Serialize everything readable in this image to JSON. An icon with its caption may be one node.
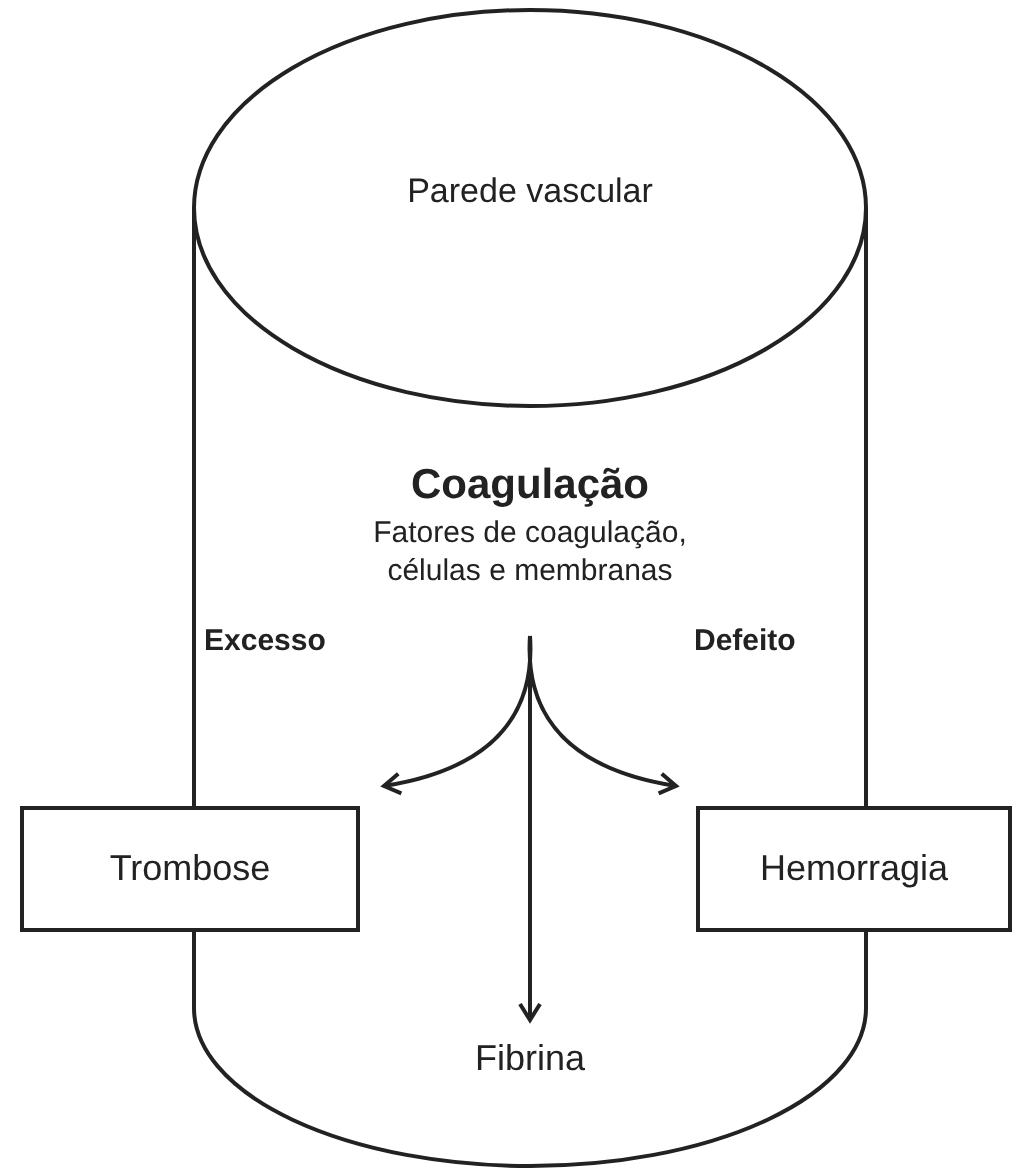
{
  "diagram": {
    "nodes": [
      {
        "text": [
          "Parede vascular"
        ]
      },
      {
        "text": [
          "Coagulação",
          "Fatores de coagulação, células e membranas"
        ],
        "in": 0
      },
      {
        "text": [
          "Trombose"
        ]
      },
      {
        "text": [
          "Hemorragia"
        ]
      },
      {
        "text": [
          "Fibrina"
        ],
        "in": 0
      }
    ],
    "edges": [
      {
        "from": 1,
        "to": 2,
        "arrow": "to",
        "label": "Excesso"
      },
      {
        "from": 1,
        "to": 3,
        "arrow": "to",
        "label": "Defeito"
      },
      {
        "from": 1,
        "to": 4,
        "arrow": "to"
      }
    ]
  }
}
